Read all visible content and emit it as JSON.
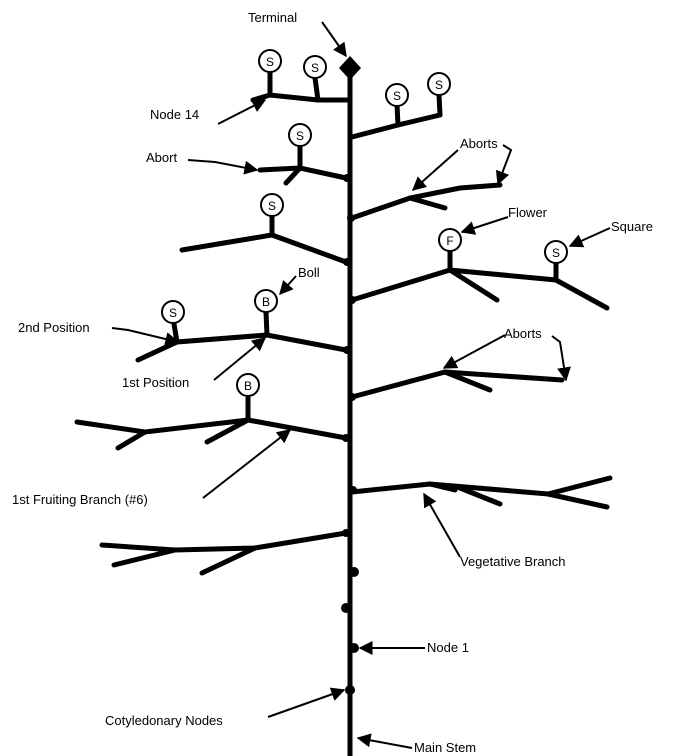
{
  "labels": {
    "terminal": "Terminal",
    "node14": "Node 14",
    "abort": "Abort",
    "aborts_upper": "Aborts",
    "flower": "Flower",
    "square": "Square",
    "boll": "Boll",
    "second_position": "2nd Position",
    "aborts_lower": "Aborts",
    "first_position": "1st Position",
    "first_fruiting_branch": "1st Fruiting Branch (#6)",
    "vegetative_branch": "Vegetative Branch",
    "node1": "Node 1",
    "cotyledonary_nodes": "Cotyledonary Nodes",
    "main_stem": "Main Stem"
  },
  "markers": {
    "square": "S",
    "flower": "F",
    "boll": "B"
  }
}
